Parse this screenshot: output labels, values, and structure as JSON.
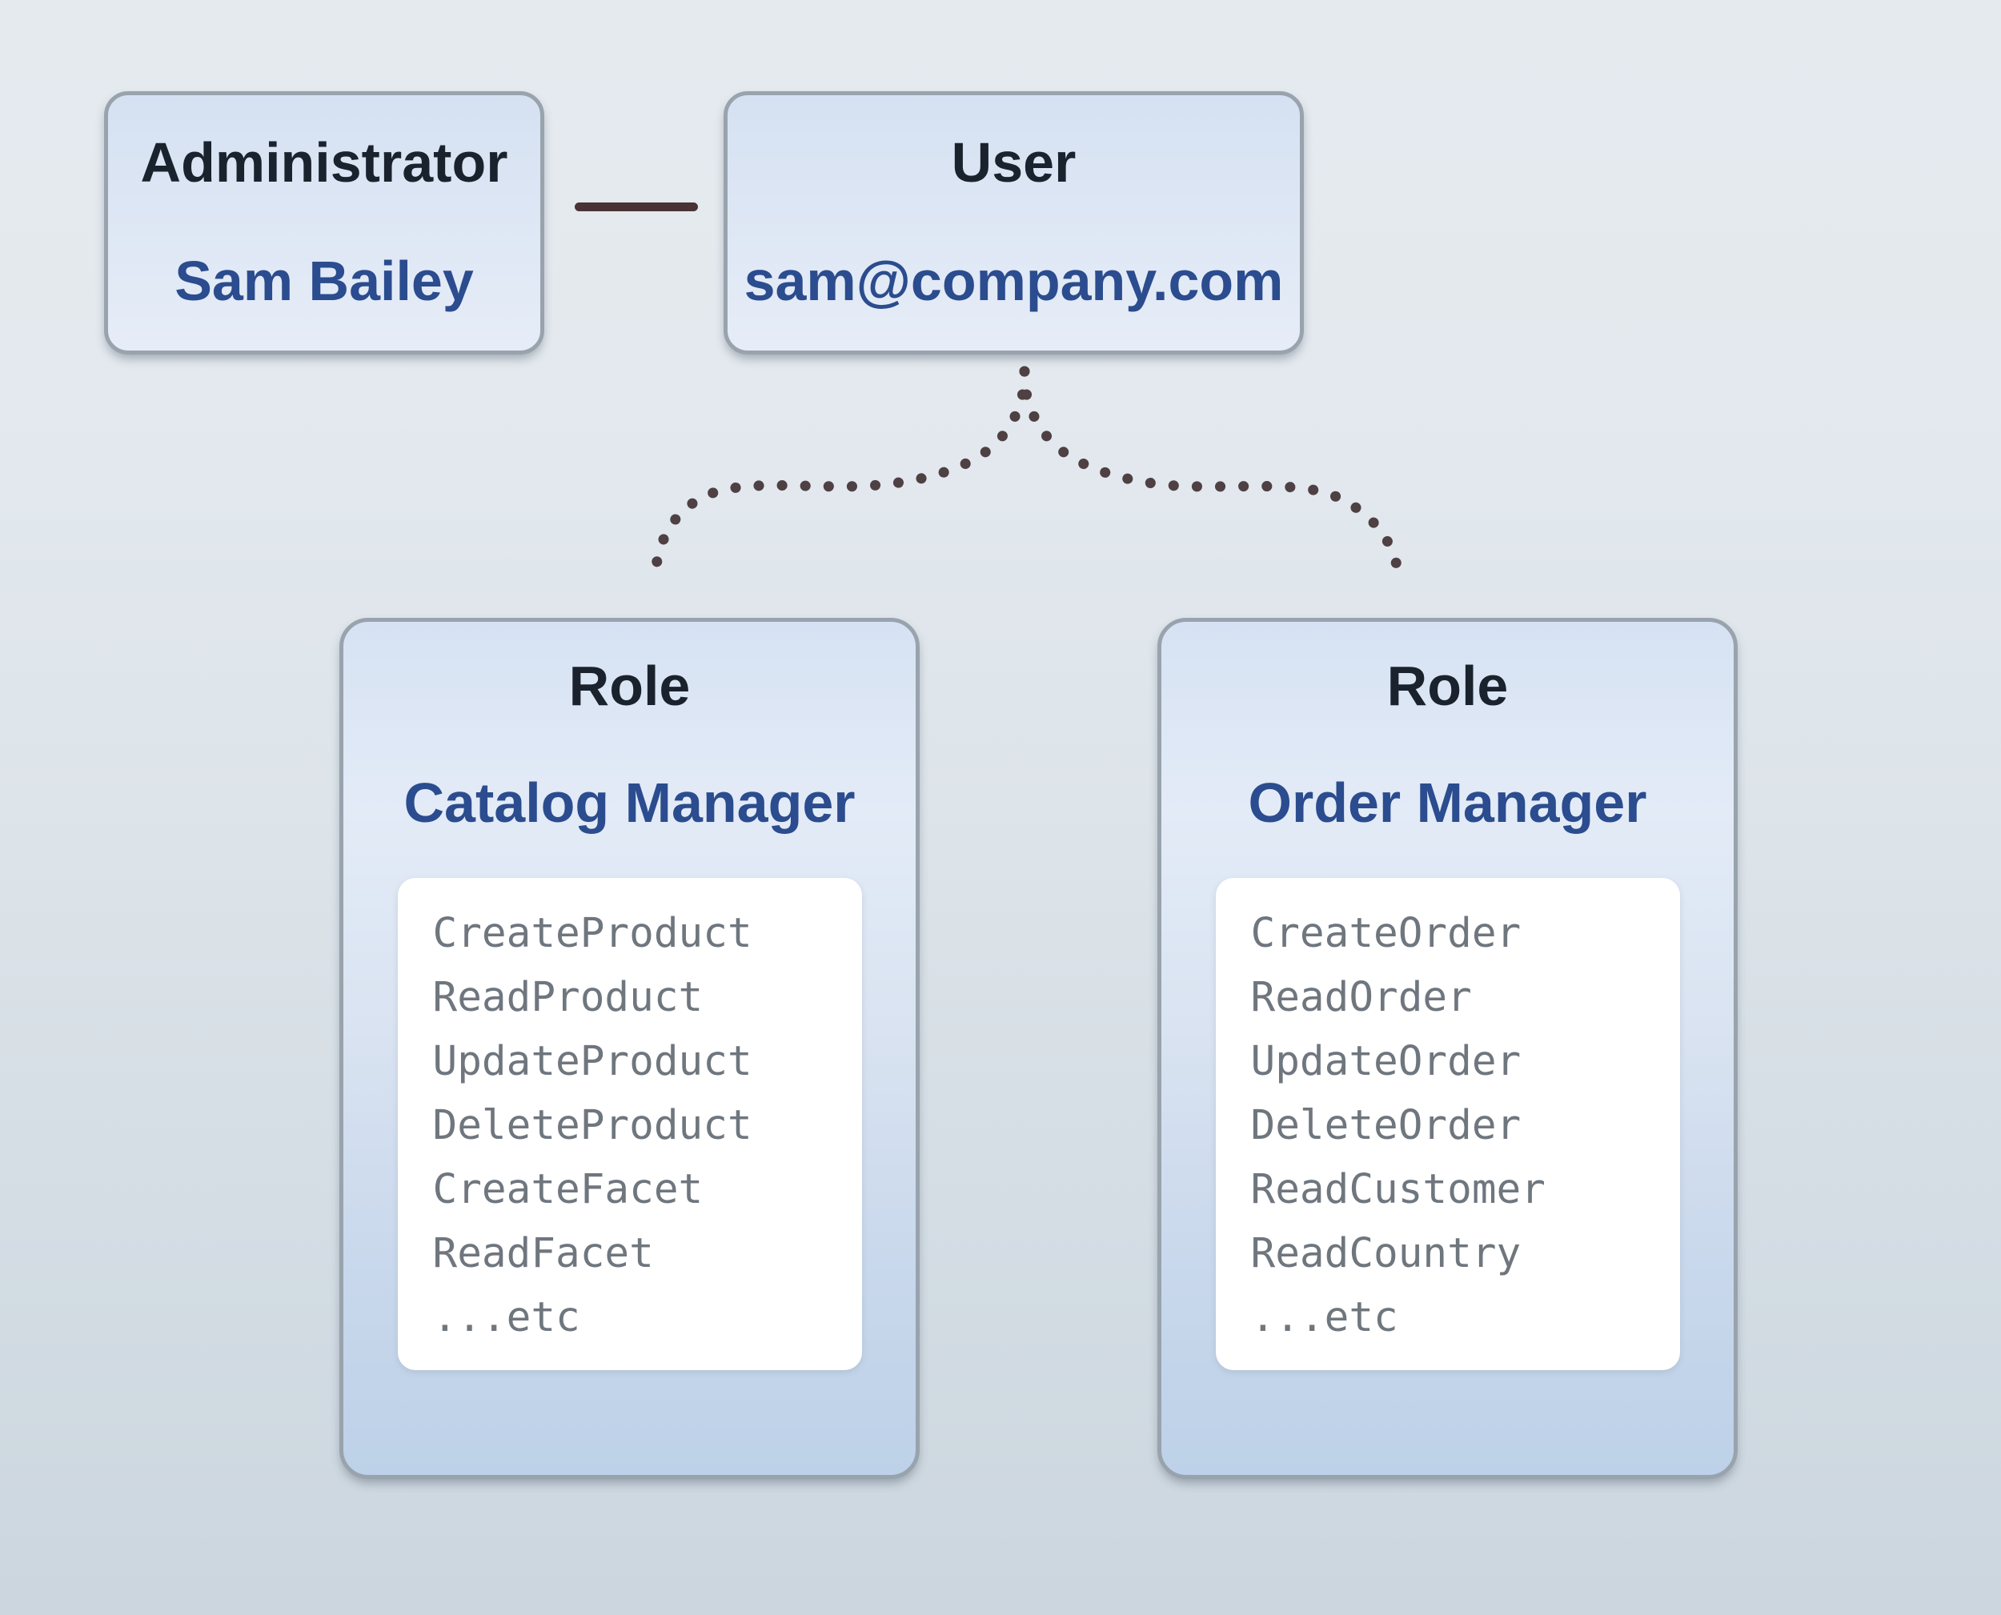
{
  "diagram": {
    "nodes": {
      "administrator": {
        "title": "Administrator",
        "name": "Sam Bailey"
      },
      "user": {
        "title": "User",
        "identifier": "sam@company.com"
      },
      "role_catalog": {
        "title": "Role",
        "name": "Catalog Manager",
        "permissions": [
          "CreateProduct",
          "ReadProduct",
          "UpdateProduct",
          "DeleteProduct",
          "CreateFacet",
          "ReadFacet",
          "...etc"
        ]
      },
      "role_order": {
        "title": "Role",
        "name": "Order Manager",
        "permissions": [
          "CreateOrder",
          "ReadOrder",
          "UpdateOrder",
          "DeleteOrder",
          "ReadCustomer",
          "ReadCountry",
          "...etc"
        ]
      }
    },
    "colors": {
      "heading_text": "#1a222d",
      "accent_text": "#2b4c8e",
      "permission_text": "#6f767e",
      "node_border": "#99a3ad",
      "connector_line": "#4a3335",
      "dotted_link": "#4e4043",
      "panel_background": "#ffffff"
    }
  }
}
